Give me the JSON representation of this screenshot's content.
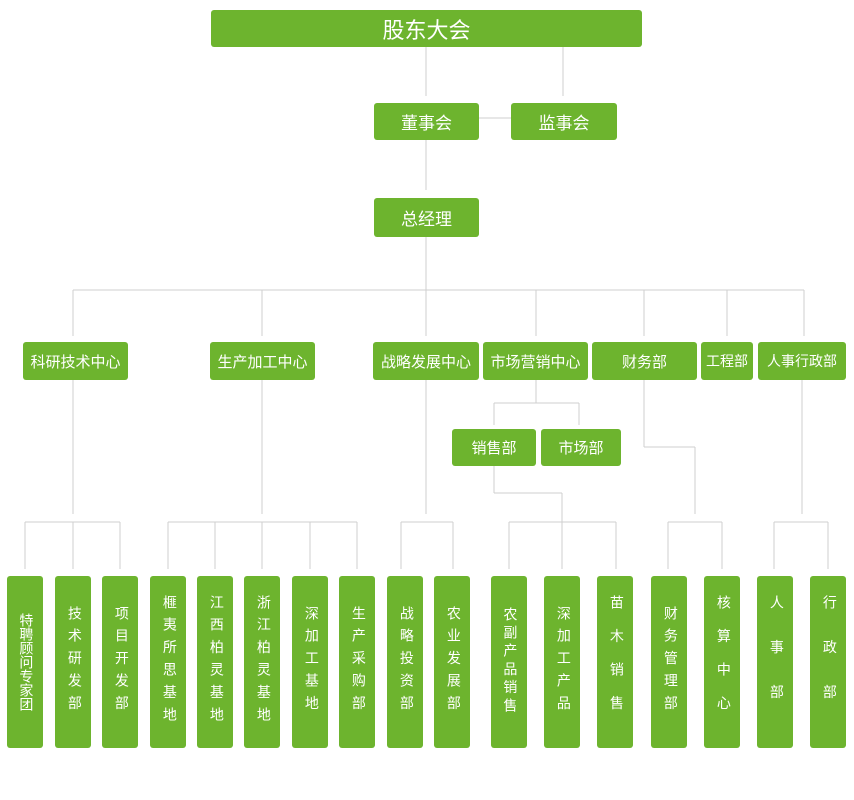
{
  "chart": {
    "root": "股东大会",
    "board": "董事会",
    "supervisory": "监事会",
    "gm": "总经理",
    "centers": {
      "rd": "科研技术中心",
      "production": "生产加工中心",
      "strategy": "战略发展中心",
      "marketing": "市场营销中心",
      "finance": "财务部",
      "engineering": "工程部",
      "hr_admin": "人事行政部"
    },
    "marketing_subs": [
      "销售部",
      "市场部"
    ],
    "leaves": [
      "特聘顾问专家团",
      "技术研发部",
      "项目开发部",
      "榧夷所思基地",
      "江西柏灵基地",
      "浙江柏灵基地",
      "深加工基地",
      "生产采购部",
      "战略投资部",
      "农业发展部",
      "农副产品销售",
      "深加工产品",
      "苗木销售",
      "财务管理部",
      "核算中心",
      "人事部",
      "行政部"
    ]
  },
  "colors": {
    "box": "#6db42e",
    "line": "#cccccc",
    "text": "#ffffff"
  }
}
